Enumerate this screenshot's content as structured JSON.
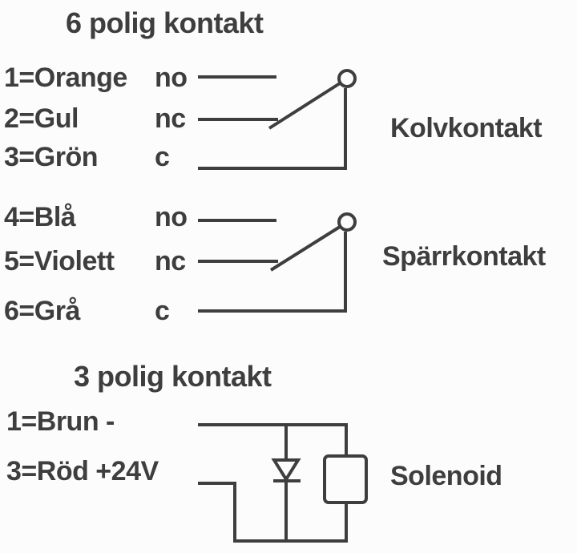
{
  "colors": {
    "ink": "#3e3e3e",
    "background": "#fcfcfc"
  },
  "six_pin": {
    "title": "6 polig kontakt",
    "kolv_switch": {
      "label": "Kolvkontakt",
      "symbol": "spdt-switch-icon",
      "rows": [
        {
          "pin": "1=Orange",
          "terminal": "no"
        },
        {
          "pin": "2=Gul",
          "terminal": "nc"
        },
        {
          "pin": "3=Grön",
          "terminal": "c"
        }
      ]
    },
    "sparr_switch": {
      "label": "Spärrkontakt",
      "symbol": "spdt-switch-icon",
      "rows": [
        {
          "pin": "4=Blå",
          "terminal": "no"
        },
        {
          "pin": "5=Violett",
          "terminal": "nc"
        },
        {
          "pin": "6=Grå",
          "terminal": "c"
        }
      ]
    }
  },
  "three_pin": {
    "title": "3 polig kontakt",
    "pins": [
      "1=Brun -",
      "3=Röd +24V"
    ],
    "component_label": "Solenoid",
    "symbols": [
      "diode-icon",
      "solenoid-box-icon"
    ]
  }
}
